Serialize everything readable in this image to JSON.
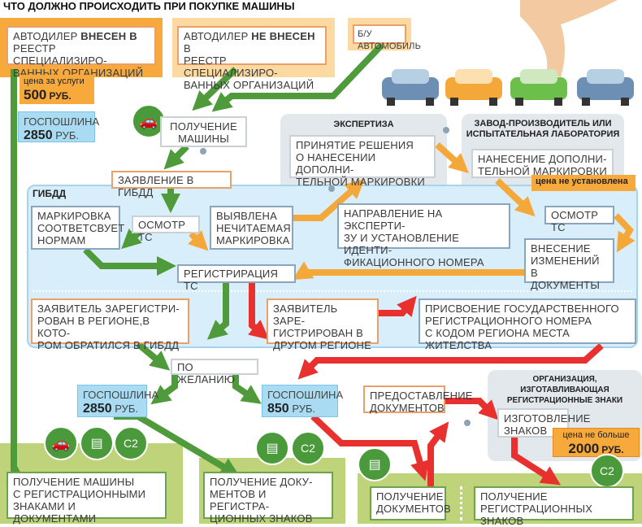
{
  "title": "ЧТО ДОЛЖНО ПРОИСХОДИТЬ ПРИ ПОКУПКЕ МАШИНЫ",
  "starts": {
    "dealer_in": {
      "pre": "АВТОДИЛЕР ",
      "bold": "ВНЕСЕН В",
      "post": "\nРЕЕСТР СПЕЦИАЛИЗИРО-\nВАННЫХ ОРГАНИЗАЦИЙ"
    },
    "dealer_out": {
      "pre": "АВТОДИЛЕР ",
      "bold": "НЕ ВНЕСЕН",
      "post": " В\nРЕЕСТР СПЕЦИАЛИЗИРО-\nВАННЫХ ОРГАНИЗАЦИЙ"
    },
    "used": "Б/У АВТОМОБИЛЬ"
  },
  "service_price": {
    "label": "цена за услуги",
    "value": "500",
    "unit": "РУБ."
  },
  "fee_top": {
    "label": "ГОСПОШЛИНА",
    "value": "2850",
    "unit": "РУБ."
  },
  "receive_car": "ПОЛУЧЕНИЕ\nМАШИНЫ",
  "application": "ЗАЯВЛЕНИЕ В ГИБДД",
  "expertise": {
    "header": "ЭКСПЕРТИЗА",
    "box": "ПРИНЯТИЕ РЕШЕНИЯ\nО НАНЕСЕНИИ ДОПОЛНИ-\nТЕЛЬНОЙ МАРКИРОВКИ"
  },
  "factory": {
    "header": "ЗАВОД-ПРОИЗВОДИТЕЛЬ ИЛИ\nИСПЫТАТЕЛЬНАЯ ЛАБОРАТОРИЯ",
    "box": "НАНЕСЕНИЕ ДОПОЛНИ-\nТЕЛЬНОЙ МАРКИРОВКИ",
    "price": "цена не установлена"
  },
  "gibdd": {
    "header": "ГИБДД",
    "marking_ok": "МАРКИРОВКА\nСООТВЕТСВУЕТ\nНОРМАМ",
    "inspection": "ОСМОТР ТС",
    "marking_bad": "ВЫЯВЛЕНА\nНЕЧИТАЕМАЯ\nМАРКИРОВКА",
    "referral": "НАПРАВЛЕНИЕ НА ЭКСПЕРТИ-\nЗУ И УСТАНОВЛЕНИЕ ИДЕНТИ-\nФИКАЦИОННОГО НОМЕРА",
    "inspection2": "ОСМОТР ТС",
    "doc_changes": "ВНЕСЕНИЕ\nИЗМЕНЕНИЙ\nВ ДОКУМЕНТЫ",
    "registration": "РЕГИСТРИРАЦИЯ ТС",
    "same_region": "ЗАЯВИТЕЛЬ ЗАРЕГИСТРИ-\nРОВАН В РЕГИОНЕ,В КОТО-\nРОМ ОБРАТИЛСЯ В ГИБДД",
    "other_region": "ЗАЯВИТЕЛЬ ЗАРЕ-\nГИСТРИРОВАН В\nДРУГОМ РЕГИОНЕ",
    "assign_number": "ПРИСВОЕНИЕ ГОСУДАРСТВЕННОГО\nРЕГИСТРАЦИОННОГО НОМЕРА\nС КОДОМ РЕГИОНА МЕСТА ЖИТЕЛСТВА"
  },
  "optional": "ПО ЖЕЛАНИЮ",
  "fee_2850": {
    "label": "ГОСПОШЛИНА",
    "value": "2850",
    "unit": "РУБ."
  },
  "fee_850": {
    "label": "ГОСПОШЛИНА",
    "value": "850",
    "unit": "РУБ."
  },
  "provide_docs": "ПРЕДОСТАВЛЕНИЕ\nДОКУМЕНТОВ",
  "plates_org": {
    "header": "ОРГАНИЗАЦИЯ, ИЗГОТАВЛИВАЮЩАЯ\nРЕГИСТРАЦИОННЫЕ ЗНАКИ",
    "box": "ИЗГОТОВЛЕНИЕ\nЗНАКОВ",
    "price_label": "цена не больше",
    "price_value": "2000",
    "price_unit": "РУБ."
  },
  "results": {
    "r1": "ПОЛУЧЕНИЕ МАШИНЫ\nС РЕГИСТРАЦИОННЫМИ\nЗНАКАМИ И ДОКУМЕНТАМИ",
    "r2": "ПОЛУЧЕНИЕ ДОКУ-\nМЕНТОВ И РЕГИСТРА-\nЦИОННЫХ ЗНАКОВ",
    "r3": "ПОЛУЧЕНИЕ\nДОКУМЕНТОВ",
    "r4": "ПОЛУЧЕНИЕ\nРЕГИСТРАЦИОННЫХ ЗНАКОВ"
  },
  "colors": {
    "green": "#4f9a3a",
    "orange": "#f5a83a",
    "red": "#e8312f",
    "blue": "#a9dcf3"
  }
}
